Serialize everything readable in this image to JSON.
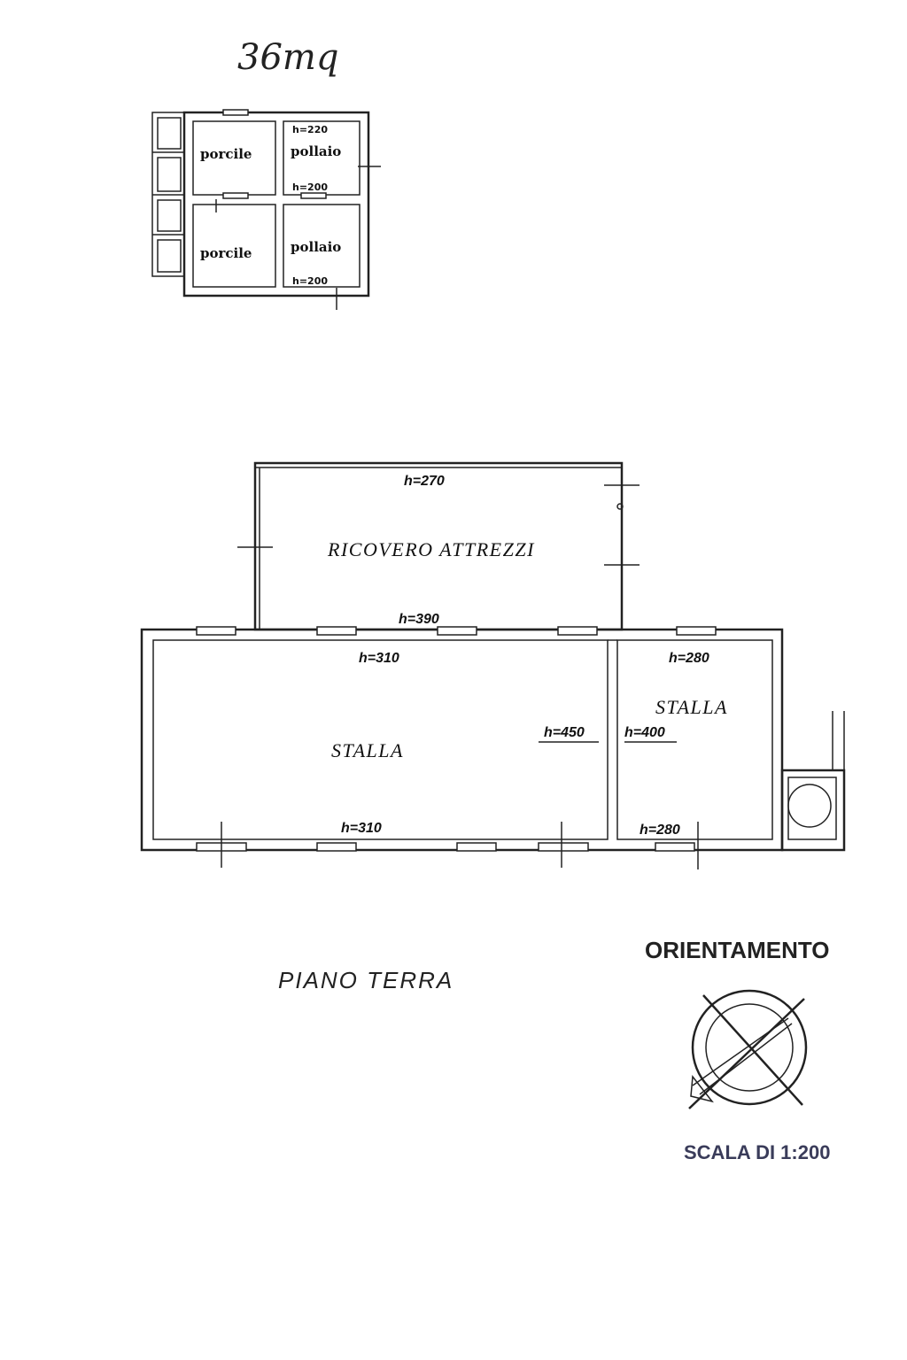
{
  "handwritten_note": "36mq",
  "upper_plan": {
    "rooms": [
      {
        "label": "porcile"
      },
      {
        "label": "pollaio"
      },
      {
        "label": "porcile"
      },
      {
        "label": "pollaio"
      }
    ],
    "heights": [
      "h=220",
      "h=200",
      "h=200"
    ]
  },
  "lower_plan": {
    "rooms": {
      "ricovero": "RICOVERO ATTREZZI",
      "stalla_main": "STALLA",
      "stalla_small": "STALLA"
    },
    "heights": {
      "ricovero_top": "h=270",
      "ricovero_bottom": "h=390",
      "stalla_main_top": "h=310",
      "stalla_main_bottom": "h=310",
      "stalla_main_side": "h=450",
      "stalla_small_side": "h=400",
      "stalla_small_top": "h=280",
      "stalla_small_bottom": "h=280"
    }
  },
  "floor_title": "PIANO TERRA",
  "orientation": {
    "title": "ORIENTAMENTO",
    "icon": "compass-rose-icon"
  },
  "scale": "SCALA DI 1:200"
}
